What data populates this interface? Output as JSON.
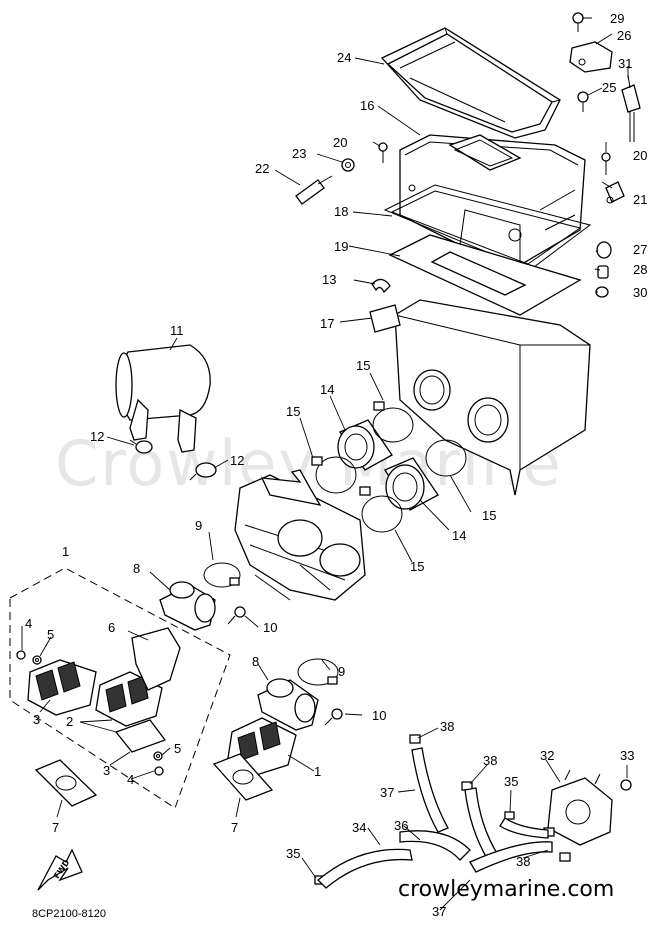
{
  "watermark": "Crowley Marine",
  "site_text": "crowleymarine.com",
  "diagram_code": "8CP2100-8120",
  "fwd_label": "FWD",
  "callouts": [
    "29",
    "26",
    "24",
    "31",
    "25",
    "16",
    "20",
    "23",
    "22",
    "20",
    "18",
    "21",
    "19",
    "27",
    "13",
    "28",
    "30",
    "17",
    "11",
    "15",
    "14",
    "15",
    "12",
    "12",
    "15",
    "14",
    "15",
    "1",
    "9",
    "8",
    "10",
    "6",
    "4",
    "5",
    "3",
    "2",
    "8",
    "9",
    "10",
    "5",
    "3",
    "4",
    "1",
    "7",
    "7",
    "38",
    "32",
    "33",
    "38",
    "35",
    "37",
    "34",
    "36",
    "38",
    "35",
    "37"
  ]
}
